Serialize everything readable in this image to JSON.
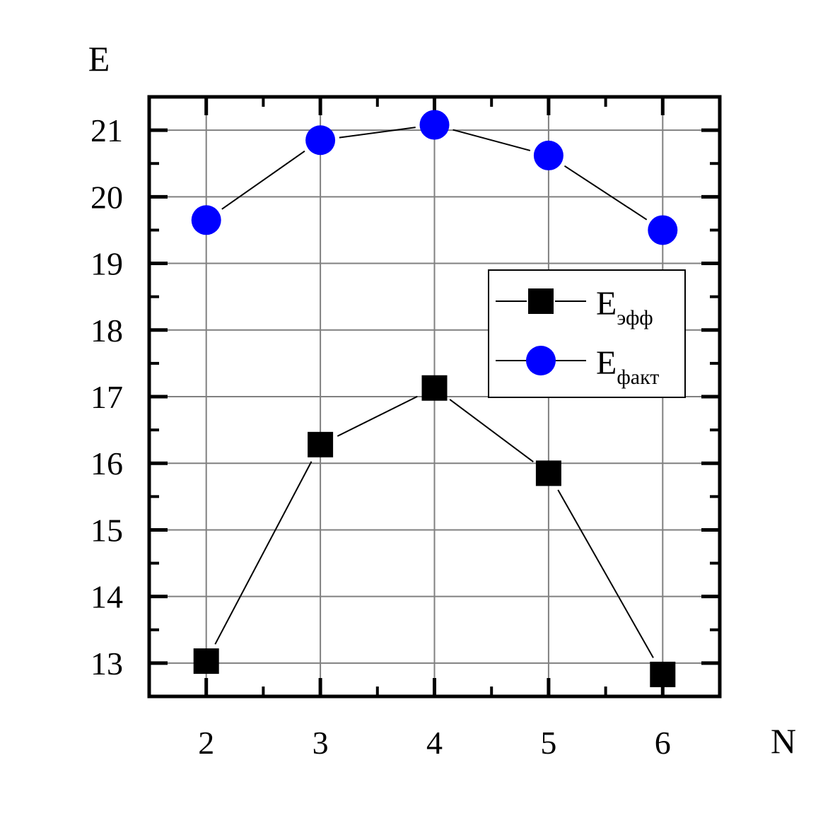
{
  "chart_data": {
    "type": "line",
    "xlabel": "N",
    "ylabel": "E",
    "x": [
      2,
      3,
      4,
      5,
      6
    ],
    "xlim": [
      1.5,
      6.5
    ],
    "ylim": [
      12.5,
      21.5
    ],
    "xticks": [
      2,
      3,
      4,
      5,
      6
    ],
    "yticks": [
      13,
      14,
      15,
      16,
      17,
      18,
      19,
      20,
      21
    ],
    "grid": true,
    "legend_position": "center-right",
    "series": [
      {
        "name_main": "E",
        "name_sub": "эфф",
        "marker": "square",
        "color": "#000000",
        "values": [
          13.03,
          16.28,
          17.13,
          15.85,
          12.83
        ]
      },
      {
        "name_main": "E",
        "name_sub": "факт",
        "marker": "circle",
        "color": "#0000ff",
        "values": [
          19.65,
          20.85,
          21.08,
          20.62,
          19.5
        ]
      }
    ]
  }
}
